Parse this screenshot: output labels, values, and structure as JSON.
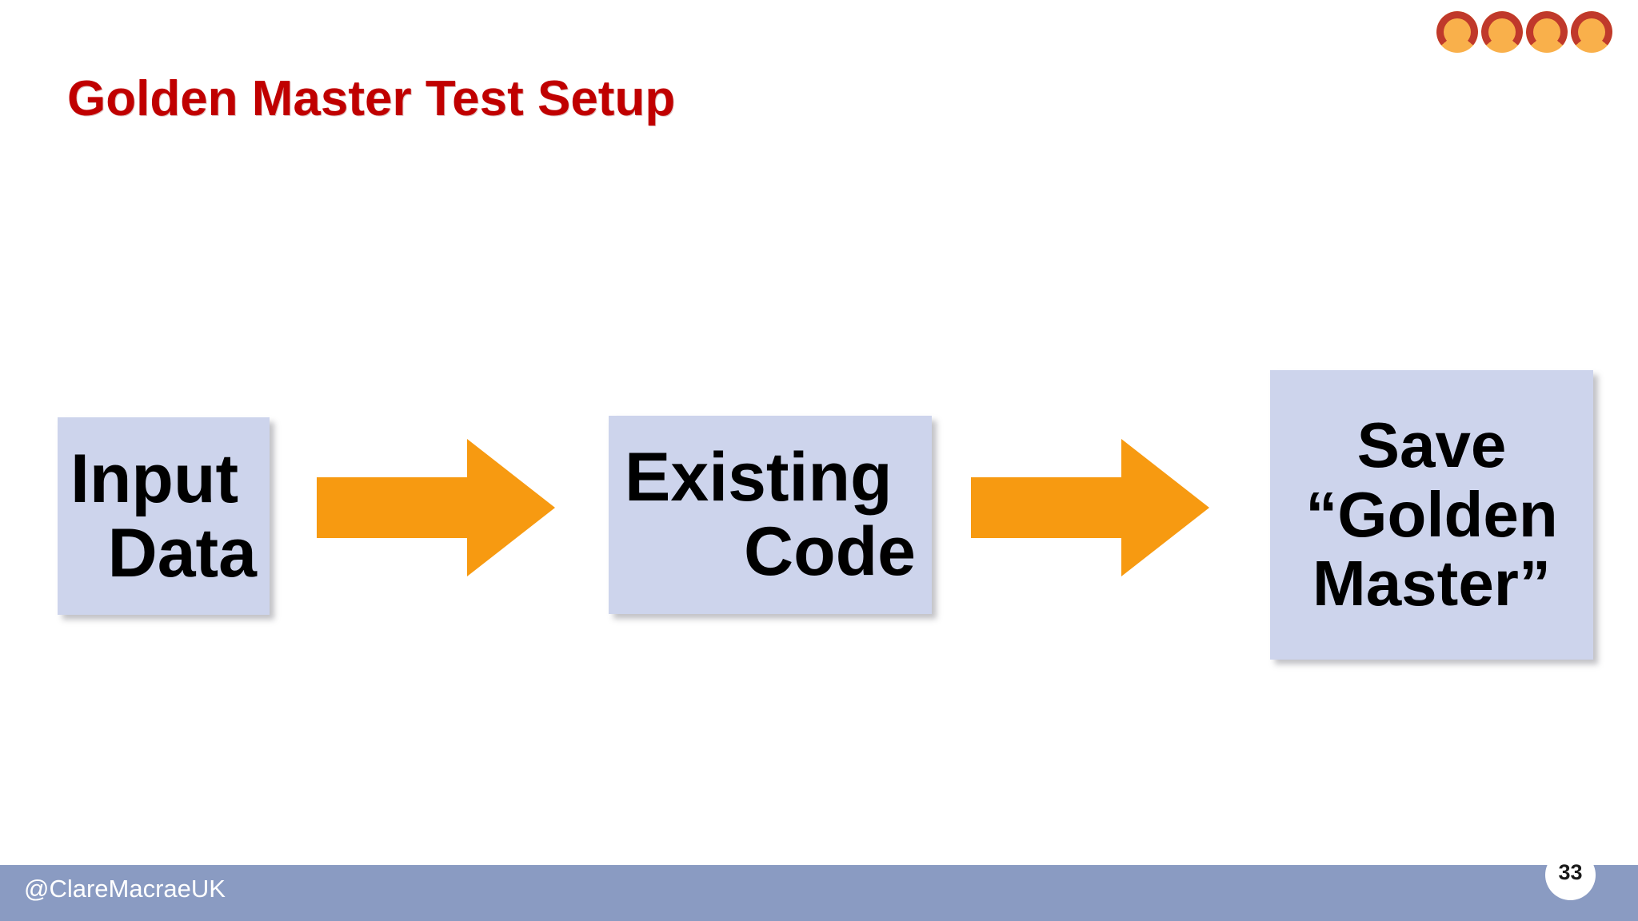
{
  "slide": {
    "title": "Golden Master Test Setup",
    "title_color": "#C00000",
    "background_color": "#FFFFFF"
  },
  "logo": {
    "name": "four-c-circles-logo",
    "marks": [
      {
        "orientation": "right-opening",
        "arc_color": "#C0392B",
        "disc_color": "#F9B04B"
      },
      {
        "orientation": "right-opening",
        "arc_color": "#C0392B",
        "disc_color": "#F9B04B"
      },
      {
        "orientation": "left-opening",
        "arc_color": "#C0392B",
        "disc_color": "#F9B04B"
      },
      {
        "orientation": "right-opening",
        "arc_color": "#C0392B",
        "disc_color": "#F9B04B"
      }
    ]
  },
  "diagram": {
    "box_fill_color": "#CDD4EC",
    "arrow_color": "#F79A11",
    "steps": [
      {
        "id": "input-data",
        "lines": [
          "Input",
          "Data"
        ],
        "line1": "Input",
        "line2": "Data"
      },
      {
        "id": "existing-code",
        "lines": [
          "Existing",
          "Code"
        ],
        "line1": "Existing",
        "line2": "Code"
      },
      {
        "id": "save-golden-master",
        "lines": [
          "Save",
          "“Golden",
          "Master”"
        ],
        "line1": "Save",
        "line2": "“Golden",
        "line3": "Master”"
      }
    ],
    "arrows": [
      {
        "id": "arrow-input-to-existing",
        "direction": "right"
      },
      {
        "id": "arrow-existing-to-save",
        "direction": "right"
      }
    ]
  },
  "footer": {
    "handle": "@ClareMacraeUK",
    "bar_color": "#8A9BC2",
    "text_color": "#FFFFFF",
    "page_number": "33"
  }
}
